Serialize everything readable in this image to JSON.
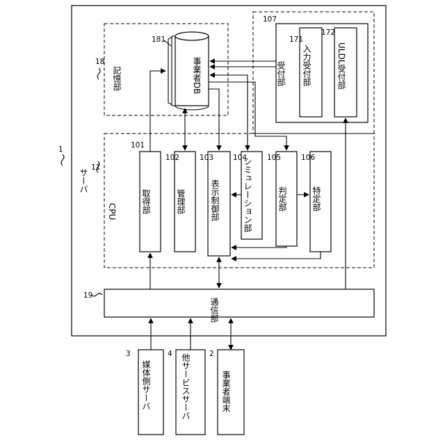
{
  "server": {
    "label": "サーバ",
    "ref": "1"
  },
  "storage": {
    "label": "記憶部",
    "ref": "18",
    "db": {
      "label": "事業者DB",
      "ref": "181"
    }
  },
  "cpu": {
    "label": "CPU",
    "ref": "11",
    "units": [
      {
        "label": "取得部",
        "ref": "101"
      },
      {
        "label": "管理部",
        "ref": "102"
      },
      {
        "label": "表示制御部",
        "ref": "103"
      },
      {
        "label": "シミュレーション部",
        "ref": "104"
      },
      {
        "label": "判定部",
        "ref": "105"
      },
      {
        "label": "特定部",
        "ref": "106"
      }
    ]
  },
  "reception": {
    "label": "受付部",
    "ref": "107",
    "sub": [
      {
        "label": "入力受付部",
        "ref": "171"
      },
      {
        "label": "ULDL受付部",
        "ref": "172"
      }
    ]
  },
  "comm": {
    "label": "通信部",
    "ref": "19"
  },
  "externals": [
    {
      "label": "媒体側サーバ",
      "ref": "3"
    },
    {
      "label": "他サービスサーバ",
      "ref": "4"
    },
    {
      "label": "事業者端末",
      "ref": "2"
    }
  ]
}
